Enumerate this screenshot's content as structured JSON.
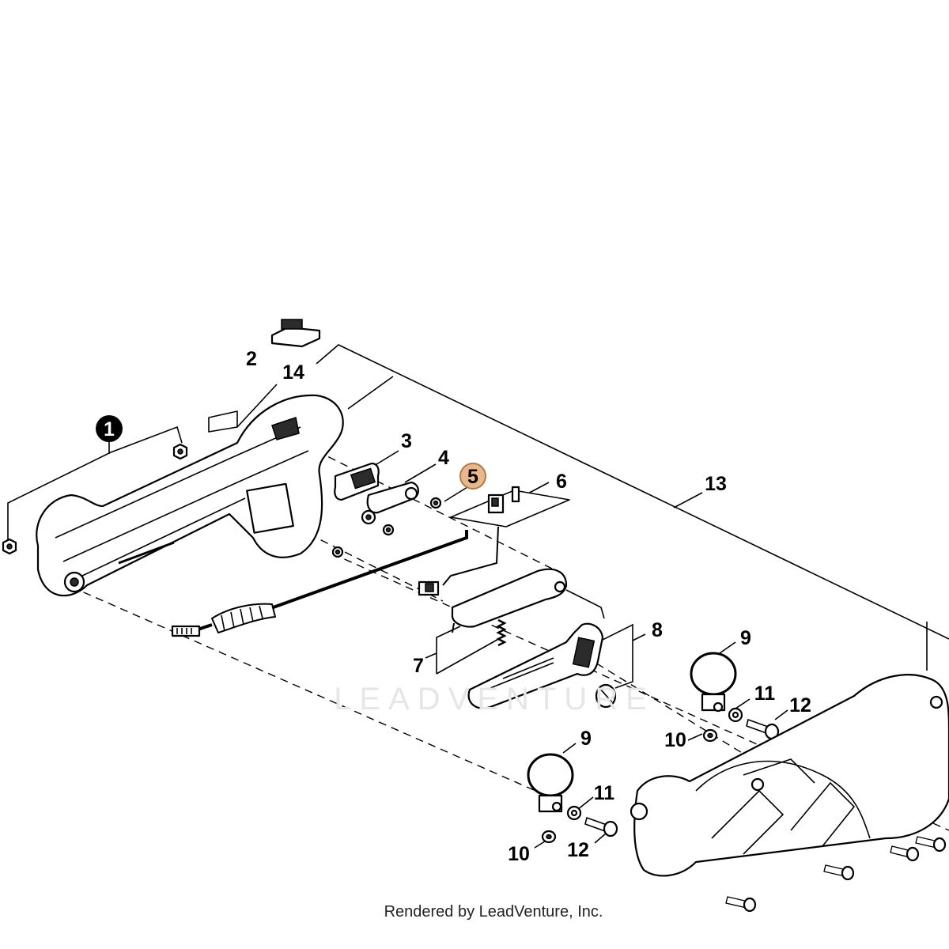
{
  "diagram": {
    "callouts": [
      {
        "id": "1",
        "label": "1",
        "style": "filled-dark"
      },
      {
        "id": "2",
        "label": "2",
        "style": "plain"
      },
      {
        "id": "3",
        "label": "3",
        "style": "plain"
      },
      {
        "id": "4",
        "label": "4",
        "style": "plain"
      },
      {
        "id": "5",
        "label": "5",
        "style": "highlighted"
      },
      {
        "id": "6",
        "label": "6",
        "style": "plain"
      },
      {
        "id": "7",
        "label": "7",
        "style": "plain"
      },
      {
        "id": "8",
        "label": "8",
        "style": "plain"
      },
      {
        "id": "9a",
        "label": "9",
        "style": "plain"
      },
      {
        "id": "9b",
        "label": "9",
        "style": "plain"
      },
      {
        "id": "10a",
        "label": "10",
        "style": "plain"
      },
      {
        "id": "10b",
        "label": "10",
        "style": "plain"
      },
      {
        "id": "11a",
        "label": "11",
        "style": "plain"
      },
      {
        "id": "11b",
        "label": "11",
        "style": "plain"
      },
      {
        "id": "12a",
        "label": "12",
        "style": "plain"
      },
      {
        "id": "12b",
        "label": "12",
        "style": "plain"
      },
      {
        "id": "13",
        "label": "13",
        "style": "plain"
      },
      {
        "id": "14",
        "label": "14",
        "style": "plain"
      }
    ],
    "colors": {
      "highlight_fill": "#e8b88a",
      "highlight_stroke": "#b07a4a",
      "dark_badge": "#000000",
      "line": "#000000",
      "watermark": "#e6e6e6"
    },
    "watermark": "LEADVENTURE",
    "footer": "Rendered by LeadVenture, Inc."
  }
}
